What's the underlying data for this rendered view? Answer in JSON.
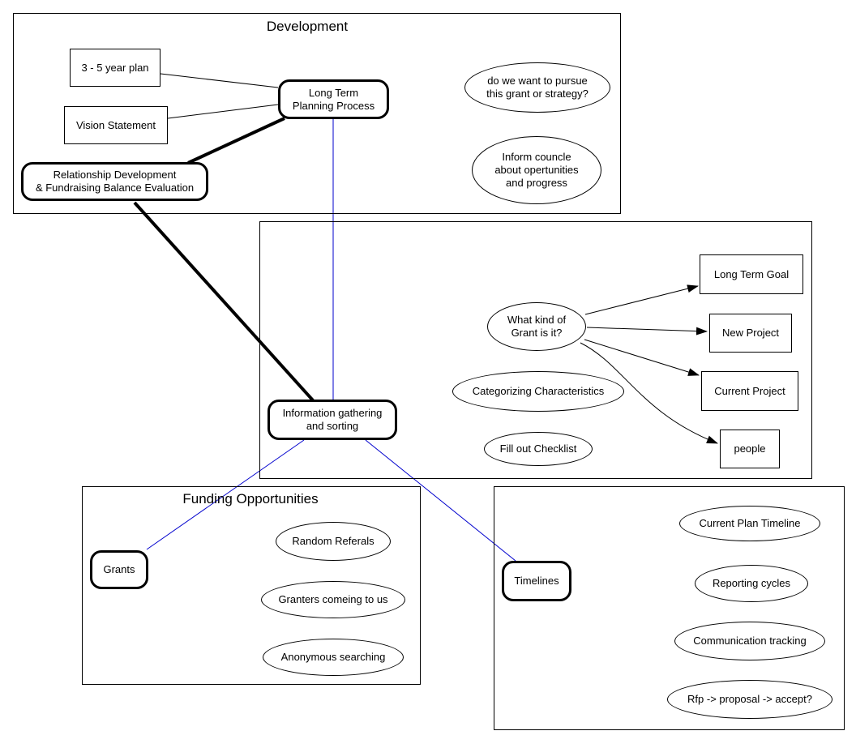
{
  "colors": {
    "ink": "#000000",
    "edge_blue": "#0000cd",
    "background": "#ffffff"
  },
  "groups": {
    "development": {
      "title": "Development"
    },
    "funding": {
      "title": "Funding Opportunities"
    }
  },
  "nodes": {
    "plan_3_5_year": {
      "label": "3 - 5 year plan",
      "shape": "rectangle"
    },
    "vision_statement": {
      "label": "Vision Statement",
      "shape": "rectangle"
    },
    "long_term_planning": {
      "label": "Long Term\nPlanning Process",
      "shape": "rounded-process"
    },
    "relationship_development": {
      "label": "Relationship Development\n& Fundraising Balance Evaluation",
      "shape": "rounded-process"
    },
    "pursue_question": {
      "label": "do we want to pursue\nthis grant or strategy?",
      "shape": "ellipse"
    },
    "inform_council": {
      "label": "Inform councle\nabout opertunities\nand progress",
      "shape": "ellipse"
    },
    "what_kind_of_grant": {
      "label": "What kind of\nGrant is it?",
      "shape": "ellipse"
    },
    "categorizing_characteristics": {
      "label": "Categorizing Characteristics",
      "shape": "ellipse"
    },
    "fill_out_checklist": {
      "label": "Fill out Checklist",
      "shape": "ellipse"
    },
    "information_gathering": {
      "label": "Information gathering\nand sorting",
      "shape": "rounded-process"
    },
    "long_term_goal": {
      "label": "Long Term Goal",
      "shape": "rectangle"
    },
    "new_project": {
      "label": "New Project",
      "shape": "rectangle"
    },
    "current_project": {
      "label": "Current Project",
      "shape": "rectangle"
    },
    "people": {
      "label": "people",
      "shape": "rectangle"
    },
    "grants": {
      "label": "Grants",
      "shape": "rounded-process"
    },
    "random_referals": {
      "label": "Random Referals",
      "shape": "ellipse"
    },
    "granters_comeing_to_us": {
      "label": "Granters comeing to us",
      "shape": "ellipse"
    },
    "anonymous_searching": {
      "label": "Anonymous searching",
      "shape": "ellipse"
    },
    "timelines": {
      "label": "Timelines",
      "shape": "rounded-process"
    },
    "current_plan_timeline": {
      "label": "Current Plan Timeline",
      "shape": "ellipse"
    },
    "reporting_cycles": {
      "label": "Reporting cycles",
      "shape": "ellipse"
    },
    "communication_tracking": {
      "label": "Communication tracking",
      "shape": "ellipse"
    },
    "rfp_proposal_accept": {
      "label": "Rfp -> proposal -> accept?",
      "shape": "ellipse"
    }
  },
  "edges": [
    {
      "from": "plan_3_5_year",
      "to": "long_term_planning",
      "style": "thin-black"
    },
    {
      "from": "vision_statement",
      "to": "long_term_planning",
      "style": "thin-black"
    },
    {
      "from": "relationship_development",
      "to": "long_term_planning",
      "style": "thick-black"
    },
    {
      "from": "relationship_development",
      "to": "information_gathering",
      "style": "thick-black"
    },
    {
      "from": "long_term_planning",
      "to": "information_gathering",
      "style": "thin-blue"
    },
    {
      "from": "information_gathering",
      "to": "grants",
      "style": "thin-blue"
    },
    {
      "from": "information_gathering",
      "to": "timelines",
      "style": "thin-blue"
    },
    {
      "from": "what_kind_of_grant",
      "to": "long_term_goal",
      "style": "black-arrow"
    },
    {
      "from": "what_kind_of_grant",
      "to": "new_project",
      "style": "black-arrow"
    },
    {
      "from": "what_kind_of_grant",
      "to": "current_project",
      "style": "black-arrow"
    },
    {
      "from": "what_kind_of_grant",
      "to": "people",
      "style": "black-arrow-curved"
    }
  ]
}
